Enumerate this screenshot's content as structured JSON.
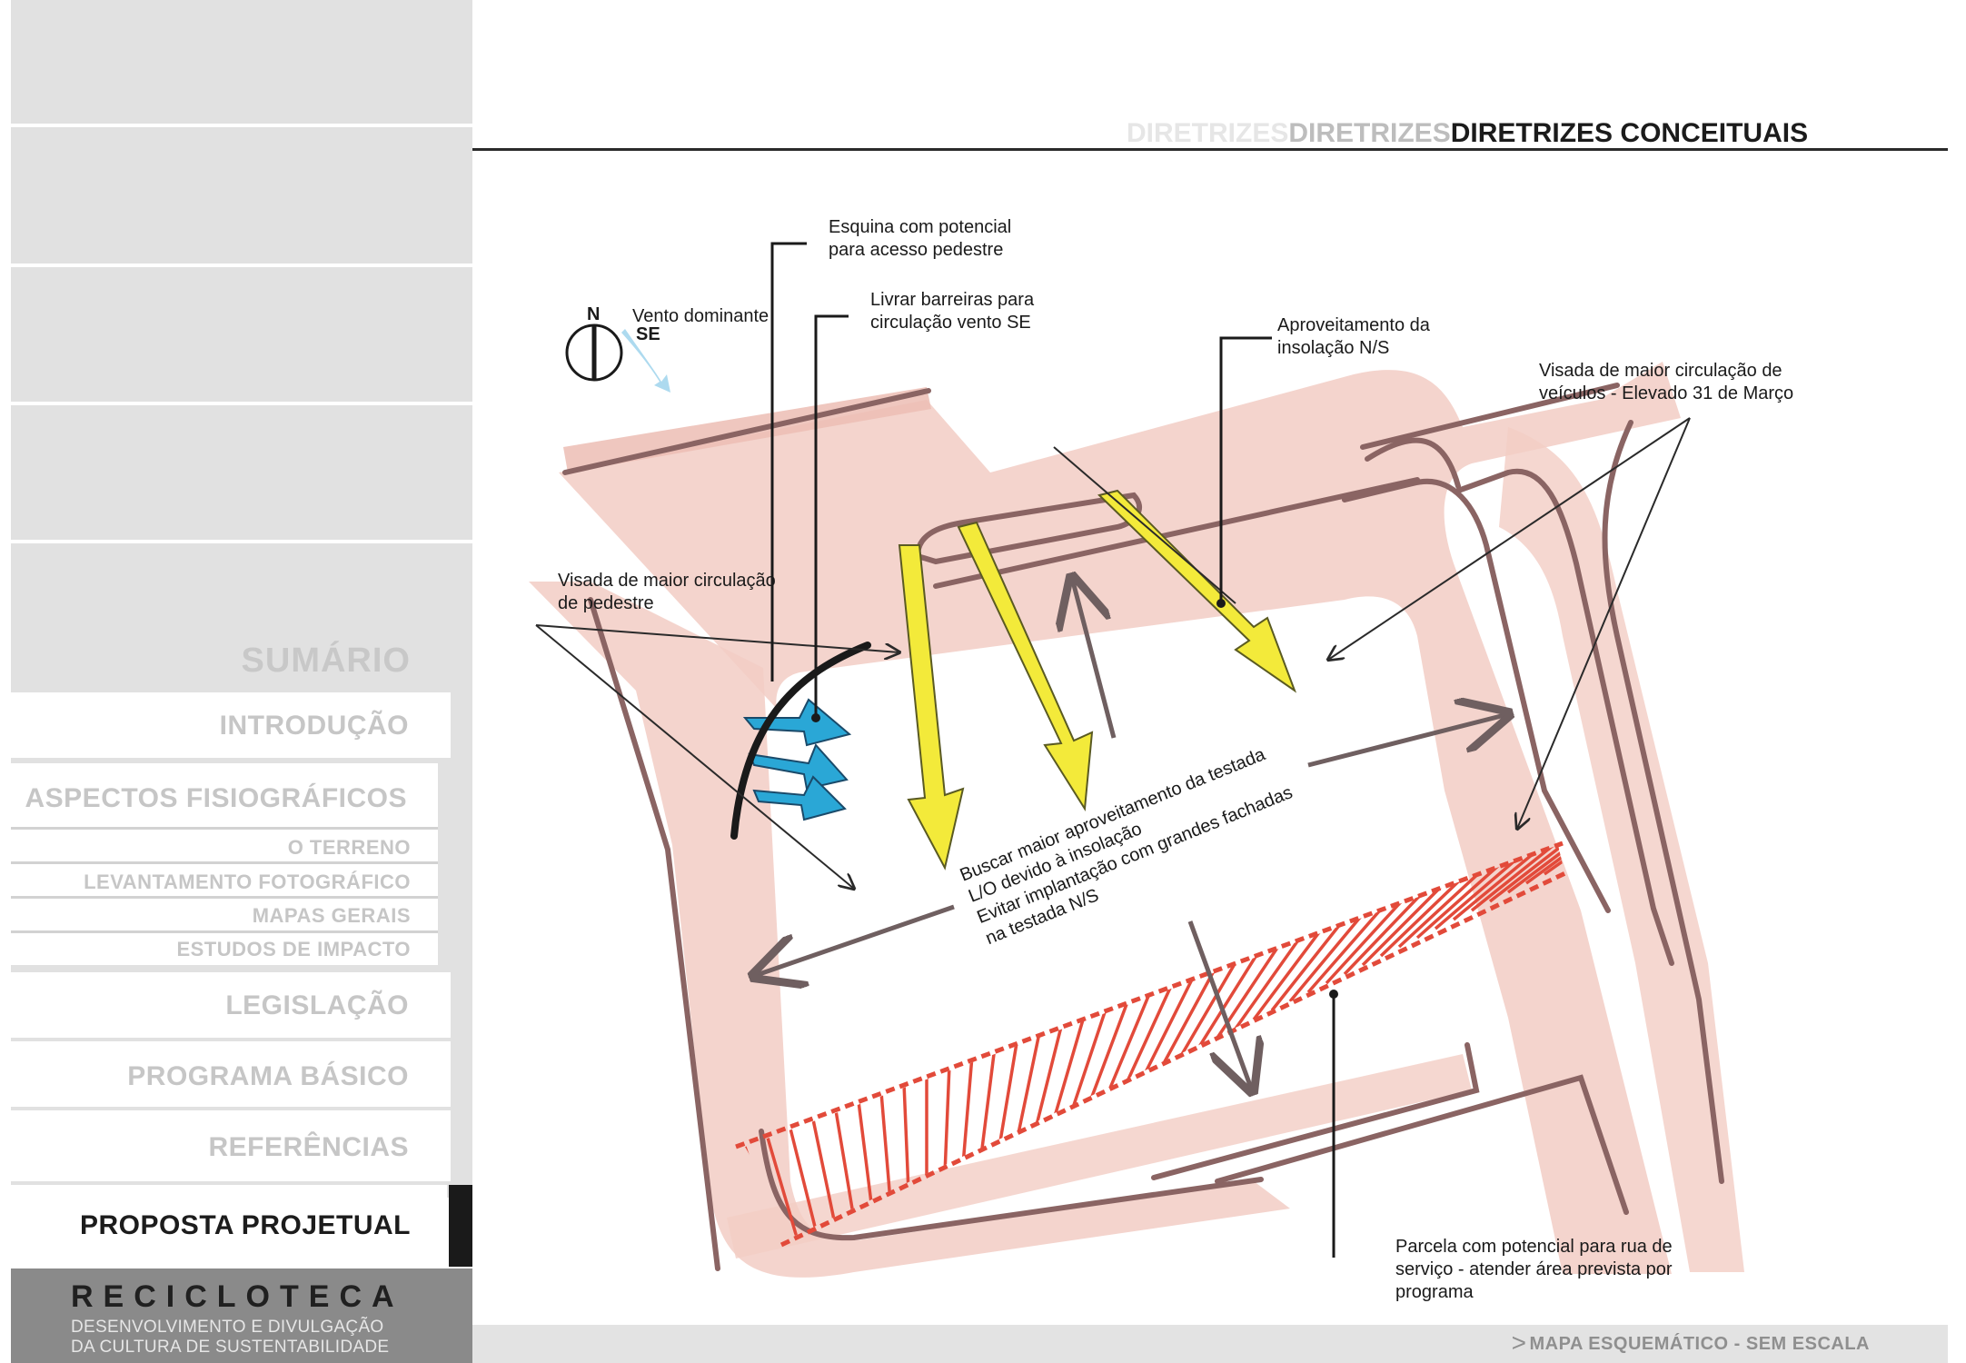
{
  "header": {
    "ghost_1": "DIRETRIZES",
    "ghost_2": "DIRETRIZES",
    "title": "DIRETRIZES CONCEITUAIS"
  },
  "sidebar": {
    "summary_title": "SUMÁRIO",
    "items": [
      {
        "label": "INTRODUÇÃO"
      },
      {
        "label": "ASPECTOS FISIOGRÁFICOS",
        "subitems": [
          "O TERRENO",
          "LEVANTAMENTO FOTOGRÁFICO",
          "MAPAS GERAIS",
          "ESTUDOS DE IMPACTO"
        ]
      },
      {
        "label": "LEGISLAÇÃO"
      },
      {
        "label": "PROGRAMA BÁSICO"
      },
      {
        "label": "REFERÊNCIAS"
      },
      {
        "label": "PROPOSTA PROJETUAL",
        "active": true
      }
    ]
  },
  "brand": {
    "name": "RECICLOTECA",
    "tagline_1": "DESENVOLVIMENTO E DIVULGAÇÃO",
    "tagline_2": "DA CULTURA DE SUSTENTABILIDADE"
  },
  "compass": {
    "north_label": "N",
    "wind_label": "Vento dominante",
    "wind_dir": "SE"
  },
  "annotations": {
    "esquina": [
      "Esquina com potencial",
      "para acesso pedestre"
    ],
    "barreiras": [
      "Livrar barreiras para",
      "circulação vento SE"
    ],
    "insolacao": [
      "Aproveitamento da",
      "insolação N/S"
    ],
    "veiculos": [
      "Visada de maior circulação de",
      "veículos - Elevado 31 de Março"
    ],
    "pedestre": [
      "Visada de maior circulação",
      "de pedestre"
    ],
    "testada": [
      "Buscar maior aproveitamento da testada",
      "L/O devido à insolação",
      "Evitar implantação com grandes fachadas",
      "na testada N/S"
    ],
    "parcela": [
      "Parcela com potencial para rua de",
      "serviço - atender área prevista por",
      "programa"
    ]
  },
  "footer": {
    "caption": "MAPA ESQUEMÁTICO - SEM ESCALA"
  },
  "colors": {
    "road": "#f1c9c0",
    "road_edge": "#8a6463",
    "sun_arrow": "#f3ea3a",
    "wind_arrow": "#2aa7d6",
    "hatch": "#e24a3a",
    "tile": "#e1e1e1"
  }
}
